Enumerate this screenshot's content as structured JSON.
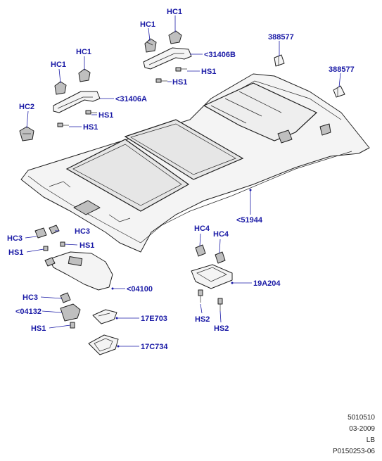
{
  "labels": {
    "hc1_a": "HC1",
    "hc1_b": "HC1",
    "hc1_c": "HC1",
    "hc1_d": "HC1",
    "hc2": "HC2",
    "p388577_a": "388577",
    "p388577_b": "388577",
    "p31406b": "<31406B",
    "p31406a": "<31406A",
    "hs1_a": "HS1",
    "hs1_b": "HS1",
    "hs1_c": "HS1",
    "hs1_d": "HS1",
    "hs1_e": "HS1",
    "hs1_f": "HS1",
    "hs1_g": "HS1",
    "hc3_a": "HC3",
    "hc3_b": "HC3",
    "hc3_c": "HC3",
    "hc4_a": "HC4",
    "hc4_b": "HC4",
    "p51944": "<51944",
    "p04100": "<04100",
    "p04132": "<04132",
    "p19a204": "19A204",
    "p17e703": "17E703",
    "p17c734": "17C734",
    "hs2_a": "HS2",
    "hs2_b": "HS2"
  },
  "footer": {
    "code": "5010510",
    "date": "03-2009",
    "region": "LB",
    "ref": "P0150253-06"
  },
  "colors": {
    "label": "#1a1aa6",
    "line": "#1f1f1f"
  }
}
